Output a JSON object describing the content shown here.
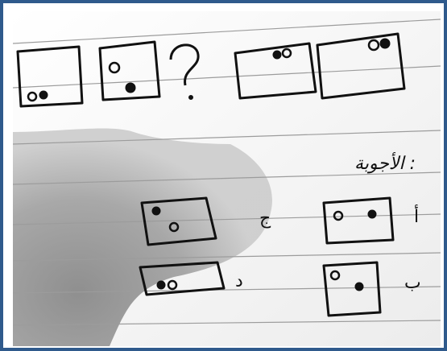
{
  "image": {
    "kind": "photo-of-handwritten-notebook-page",
    "ink_color": "#111111",
    "paper_color": "#f1f1f1",
    "shadow_color": "#8f8f8f",
    "frame_color": "#2f5a8c"
  },
  "sequence": {
    "question_mark": "?",
    "boxes_count": 4
  },
  "answers": {
    "heading": "الأجوبة :",
    "options": [
      {
        "letter": "أ"
      },
      {
        "letter": "ج"
      },
      {
        "letter": "ب"
      },
      {
        "letter": "د"
      }
    ]
  }
}
